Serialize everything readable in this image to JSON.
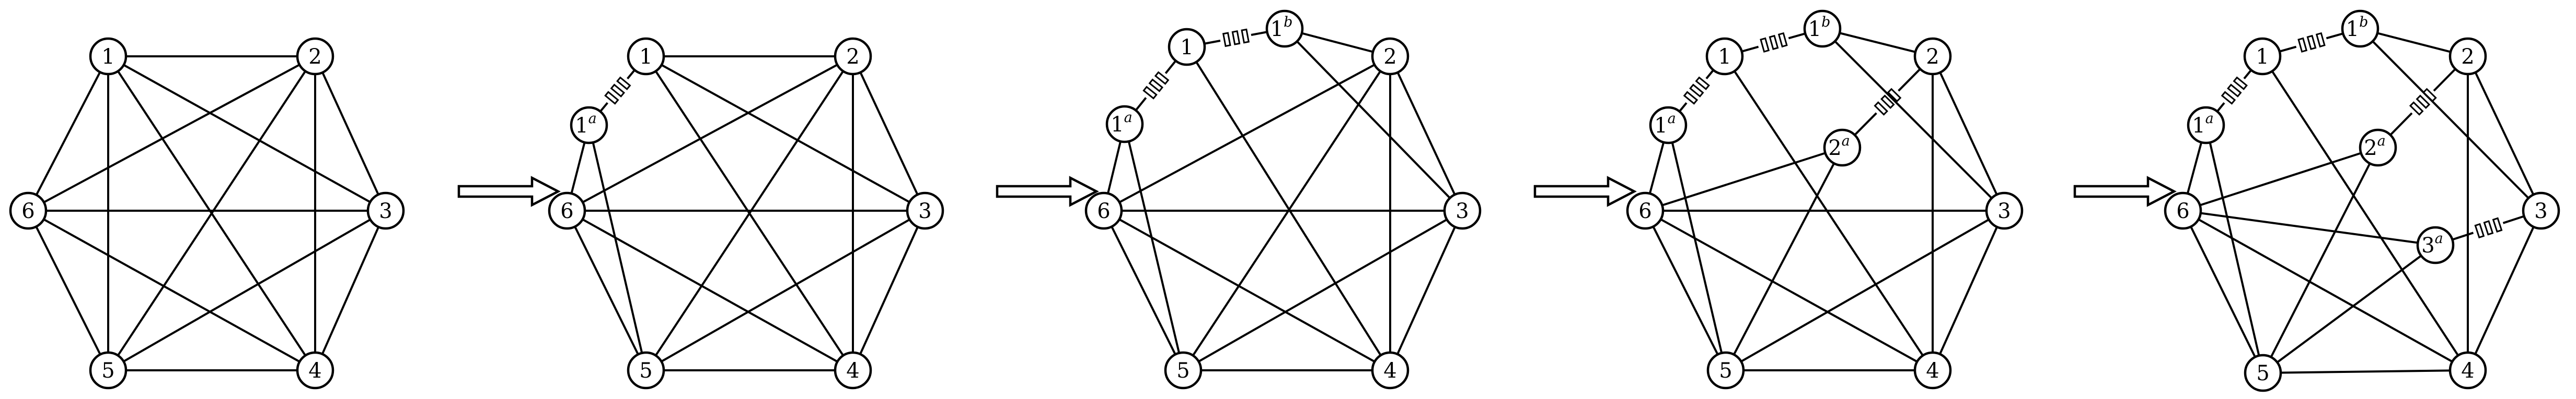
{
  "panels": [
    {
      "nodes": [
        {
          "id": "1"
        },
        {
          "id": "2"
        },
        {
          "id": "3"
        },
        {
          "id": "4"
        },
        {
          "id": "5"
        },
        {
          "id": "6"
        }
      ],
      "edges": [
        [
          "1",
          "2"
        ],
        [
          "1",
          "3"
        ],
        [
          "1",
          "4"
        ],
        [
          "1",
          "5"
        ],
        [
          "1",
          "6"
        ],
        [
          "2",
          "3"
        ],
        [
          "2",
          "4"
        ],
        [
          "2",
          "5"
        ],
        [
          "2",
          "6"
        ],
        [
          "3",
          "4"
        ],
        [
          "3",
          "5"
        ],
        [
          "3",
          "6"
        ],
        [
          "4",
          "5"
        ],
        [
          "4",
          "6"
        ],
        [
          "5",
          "6"
        ]
      ],
      "dividers": []
    },
    {
      "nodes": [
        {
          "id": "1"
        },
        {
          "id": "1a",
          "base": "1",
          "sup": "a"
        },
        {
          "id": "2"
        },
        {
          "id": "3"
        },
        {
          "id": "4"
        },
        {
          "id": "5"
        },
        {
          "id": "6"
        }
      ],
      "edges": [
        [
          "1",
          "2"
        ],
        [
          "1",
          "3"
        ],
        [
          "1",
          "4"
        ],
        [
          "1a",
          "5"
        ],
        [
          "1a",
          "6"
        ],
        [
          "2",
          "3"
        ],
        [
          "2",
          "4"
        ],
        [
          "2",
          "5"
        ],
        [
          "2",
          "6"
        ],
        [
          "3",
          "4"
        ],
        [
          "3",
          "5"
        ],
        [
          "3",
          "6"
        ],
        [
          "4",
          "5"
        ],
        [
          "4",
          "6"
        ],
        [
          "5",
          "6"
        ]
      ],
      "dividers": [
        [
          "1a",
          "1"
        ]
      ]
    },
    {
      "nodes": [
        {
          "id": "1"
        },
        {
          "id": "1a",
          "base": "1",
          "sup": "a"
        },
        {
          "id": "1b",
          "base": "1",
          "sup": "b"
        },
        {
          "id": "2"
        },
        {
          "id": "3"
        },
        {
          "id": "4"
        },
        {
          "id": "5"
        },
        {
          "id": "6"
        }
      ],
      "edges": [
        [
          "1b",
          "2"
        ],
        [
          "1b",
          "3"
        ],
        [
          "1",
          "4"
        ],
        [
          "1a",
          "5"
        ],
        [
          "1a",
          "6"
        ],
        [
          "2",
          "3"
        ],
        [
          "2",
          "4"
        ],
        [
          "2",
          "5"
        ],
        [
          "2",
          "6"
        ],
        [
          "3",
          "4"
        ],
        [
          "3",
          "5"
        ],
        [
          "3",
          "6"
        ],
        [
          "4",
          "5"
        ],
        [
          "4",
          "6"
        ],
        [
          "5",
          "6"
        ]
      ],
      "dividers": [
        [
          "1a",
          "1"
        ],
        [
          "1",
          "1b"
        ]
      ]
    },
    {
      "nodes": [
        {
          "id": "1"
        },
        {
          "id": "1a",
          "base": "1",
          "sup": "a"
        },
        {
          "id": "1b",
          "base": "1",
          "sup": "b"
        },
        {
          "id": "2"
        },
        {
          "id": "2a",
          "base": "2",
          "sup": "a"
        },
        {
          "id": "3"
        },
        {
          "id": "4"
        },
        {
          "id": "5"
        },
        {
          "id": "6"
        }
      ],
      "edges": [
        [
          "1b",
          "2"
        ],
        [
          "1b",
          "3"
        ],
        [
          "1",
          "4"
        ],
        [
          "1a",
          "5"
        ],
        [
          "1a",
          "6"
        ],
        [
          "2",
          "3"
        ],
        [
          "2",
          "4"
        ],
        [
          "2a",
          "5"
        ],
        [
          "2a",
          "6"
        ],
        [
          "3",
          "4"
        ],
        [
          "3",
          "5"
        ],
        [
          "3",
          "6"
        ],
        [
          "4",
          "5"
        ],
        [
          "4",
          "6"
        ],
        [
          "5",
          "6"
        ]
      ],
      "dividers": [
        [
          "1a",
          "1"
        ],
        [
          "1",
          "1b"
        ],
        [
          "2a",
          "2"
        ]
      ]
    },
    {
      "nodes": [
        {
          "id": "1"
        },
        {
          "id": "1a",
          "base": "1",
          "sup": "a"
        },
        {
          "id": "1b",
          "base": "1",
          "sup": "b"
        },
        {
          "id": "2"
        },
        {
          "id": "2a",
          "base": "2",
          "sup": "a"
        },
        {
          "id": "3"
        },
        {
          "id": "3a",
          "base": "3",
          "sup": "a"
        },
        {
          "id": "4"
        },
        {
          "id": "5"
        },
        {
          "id": "6"
        }
      ],
      "edges": [
        [
          "1b",
          "2"
        ],
        [
          "1b",
          "3"
        ],
        [
          "1",
          "4"
        ],
        [
          "1a",
          "5"
        ],
        [
          "1a",
          "6"
        ],
        [
          "2",
          "3"
        ],
        [
          "2",
          "4"
        ],
        [
          "2a",
          "5"
        ],
        [
          "2a",
          "6"
        ],
        [
          "3",
          "4"
        ],
        [
          "3a",
          "5"
        ],
        [
          "3a",
          "6"
        ],
        [
          "4",
          "5"
        ],
        [
          "4",
          "6"
        ],
        [
          "5",
          "6"
        ]
      ],
      "dividers": [
        [
          "1a",
          "1"
        ],
        [
          "1",
          "1b"
        ],
        [
          "2a",
          "2"
        ],
        [
          "3a",
          "3"
        ]
      ]
    }
  ]
}
